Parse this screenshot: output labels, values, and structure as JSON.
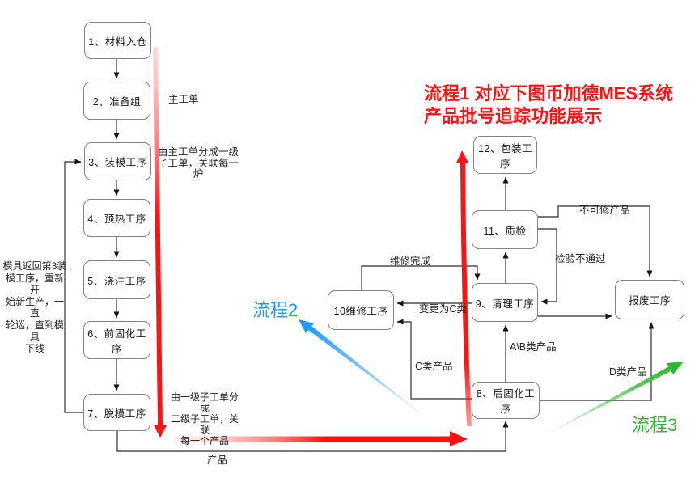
{
  "title": {
    "text": "流程1 对应下图币加德MES系统\n产品批号追踪功能展示"
  },
  "flow_labels": {
    "flow2": "流程2",
    "flow3": "流程3"
  },
  "boxes": {
    "b1": "1、材料入仓",
    "b2": "2、准备组",
    "b3": "3、装模工序",
    "b4": "4、预热工序",
    "b5": "5、浇注工序",
    "b6": "6、前固化工序",
    "b7": "7、脱模工序",
    "b8": "8、后固化工序",
    "b9": "9、清理工序",
    "b10": "10维修工序",
    "b11": "11、质检",
    "b12": "12、包装工序",
    "scrap": "报废工序"
  },
  "labels": {
    "master_order": "主工单",
    "level1_note": "由主工单分成一级\n子工单，关联每一\n炉",
    "mold_return_note": "模具返回第3装\n模工序，重新开\n始新生产，一直\n轮巡，直到模具\n下线",
    "level2_note": "由一级子工单分成\n二级子工单，关联\n每一个产品",
    "product": "产品",
    "repair_done": "维修完成",
    "change_to_c": "变更为C类",
    "c_products": "C类产品",
    "ab_products": "A\\B类产品",
    "d_products": "D类产品",
    "unrepairable": "不可修产品",
    "inspect_fail": "检验不通过"
  },
  "colors": {
    "flow1_red": "#FB1414",
    "flow2_blue": "#1E9BFA",
    "flow3_green": "#2EB82E",
    "connector": "#4D4D4D",
    "box_border": "#828282"
  }
}
